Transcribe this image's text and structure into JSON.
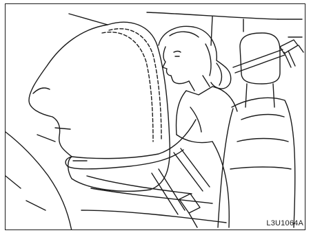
{
  "figure": {
    "code": "L3U1064A"
  },
  "icons": {
    "airbag": "deployed-airbag-illustration",
    "occupant": "seated-occupant-illustration",
    "seat": "vehicle-seat-illustration",
    "seatbelt": "seatbelt-illustration"
  },
  "colors": {
    "line": "#1a1a1a",
    "background": "#ffffff"
  }
}
